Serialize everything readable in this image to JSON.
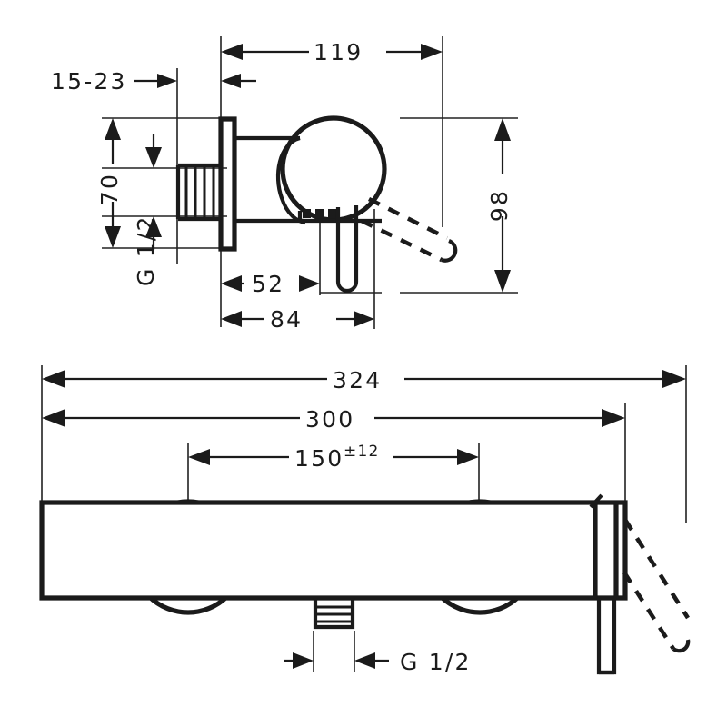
{
  "drawing": {
    "title": "Shower mixer technical dimension drawing",
    "units": "mm",
    "line_color": "#1b1b1b",
    "background": "#ffffff",
    "views": [
      {
        "name": "side-view",
        "position": "top"
      },
      {
        "name": "front-view",
        "position": "bottom"
      }
    ]
  },
  "top_view": {
    "dimensions": {
      "wall_offset": "15-23",
      "depth_total": "119",
      "height_inlet": "70",
      "height_overall": "98",
      "lever_reach": "52",
      "projection": "84"
    },
    "labels": {
      "thread": "G 1/2"
    }
  },
  "bottom_view": {
    "dimensions": {
      "overall_width": "324",
      "body_width": "300",
      "centers_value": "150",
      "centers_tolerance": "±12"
    },
    "labels": {
      "outlet_thread": "G 1/2"
    }
  }
}
